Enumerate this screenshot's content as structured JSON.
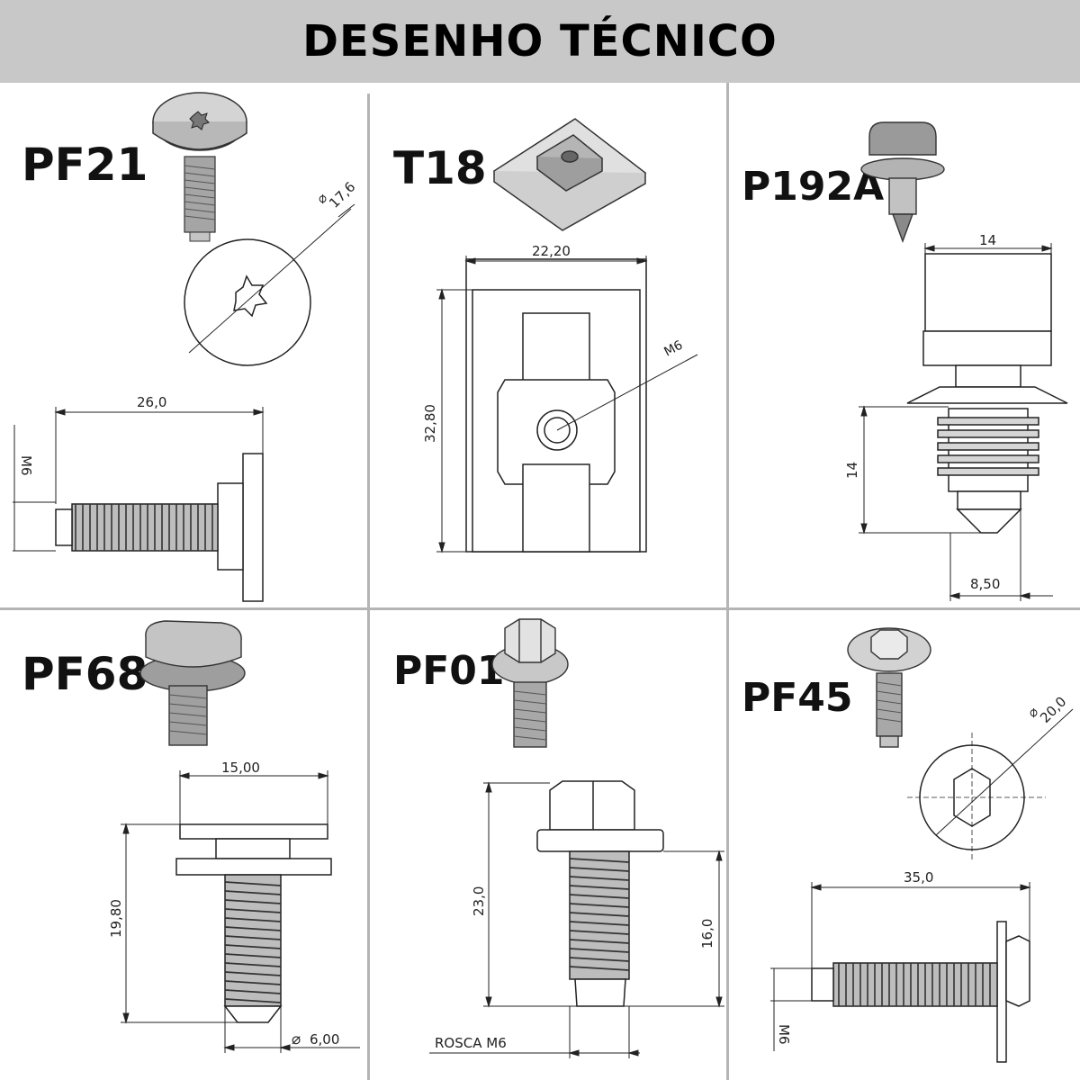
{
  "header": {
    "title": "DESENHO TÉCNICO"
  },
  "panels": [
    {
      "code": "PF21",
      "dims": {
        "length": "26,0",
        "diameter": "17,6",
        "thread": "M6"
      }
    },
    {
      "code": "T18",
      "dims": {
        "width": "22,20",
        "height": "32,80",
        "thread": "M6"
      }
    },
    {
      "code": "P192A",
      "dims": {
        "head_width": "14",
        "body_height": "14",
        "tip_width": "8,50"
      }
    },
    {
      "code": "PF68",
      "dims": {
        "head_width": "15,00",
        "height": "19,80",
        "diameter": "6,00"
      }
    },
    {
      "code": "PF01",
      "dims": {
        "height": "23,0",
        "thread_length": "16,0",
        "thread": "ROSCA M6"
      }
    },
    {
      "code": "PF45",
      "dims": {
        "diameter": "20,0",
        "length": "35,0",
        "thread": "M6"
      }
    }
  ],
  "colors": {
    "header_bg": "#c8c8c8",
    "grid": "#b5b5b5",
    "line": "#333333",
    "part_fill": "#bfbfbf"
  }
}
